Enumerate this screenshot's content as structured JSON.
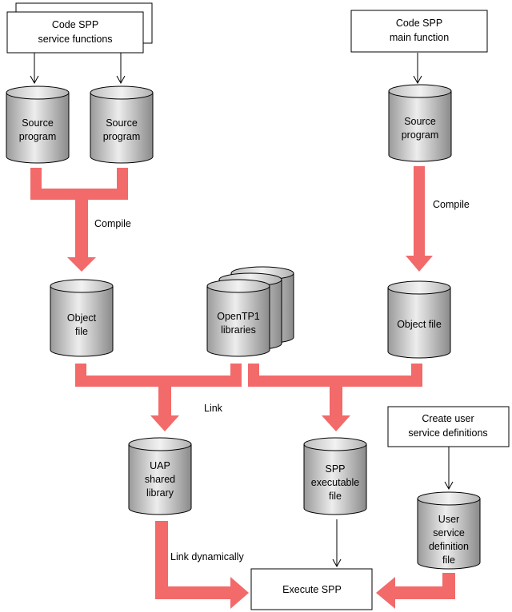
{
  "colors": {
    "flow_arrow": "#f26a6a",
    "box_border": "#000000",
    "cylinder_light": "#efefef",
    "cylinder_dark": "#9a9a9a"
  },
  "boxes": {
    "code_service": [
      "Code SPP",
      "service functions"
    ],
    "code_main": [
      "Code SPP",
      "main function"
    ],
    "create_defs": [
      "Create user",
      "service definitions"
    ],
    "execute": [
      "Execute SPP"
    ]
  },
  "cylinders": {
    "source1": [
      "Source",
      "program"
    ],
    "source2": [
      "Source",
      "program"
    ],
    "source3": [
      "Source",
      "program"
    ],
    "object1": [
      "Object",
      "file"
    ],
    "libraries": [
      "OpenTP1",
      "libraries"
    ],
    "object2": [
      "Object file"
    ],
    "uap": [
      "UAP",
      "shared",
      "library"
    ],
    "spp_exec": [
      "SPP",
      "executable",
      "file"
    ],
    "user_defs": [
      "User",
      "service",
      "definition",
      "file"
    ]
  },
  "labels": {
    "compile_left": "Compile",
    "compile_right": "Compile",
    "link": "Link",
    "link_dynamic": "Link dynamically"
  }
}
